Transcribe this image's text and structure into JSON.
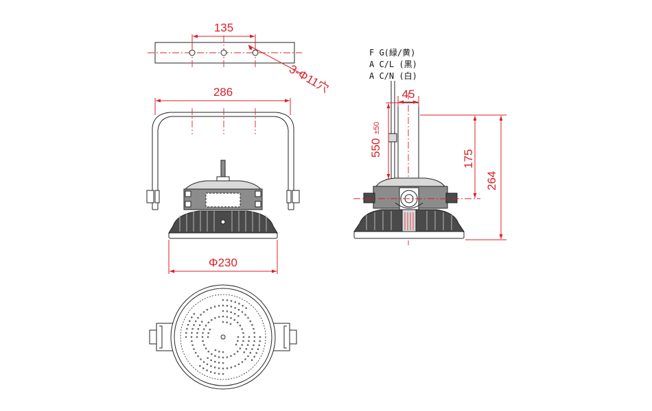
{
  "dimensions": {
    "bracket_hole_pitch": "135",
    "bracket_holes": "3-Φ11穴",
    "bracket_width": "286",
    "body_diameter": "Φ230",
    "stem_width": "45",
    "cable_length": "550",
    "cable_tolerance": "±50",
    "pivot_height": "175",
    "overall_height": "264"
  },
  "wiring": {
    "fg": "F G(緑/黄)",
    "acl": "A C/L (黒)",
    "acn": "A C/N (白)"
  }
}
